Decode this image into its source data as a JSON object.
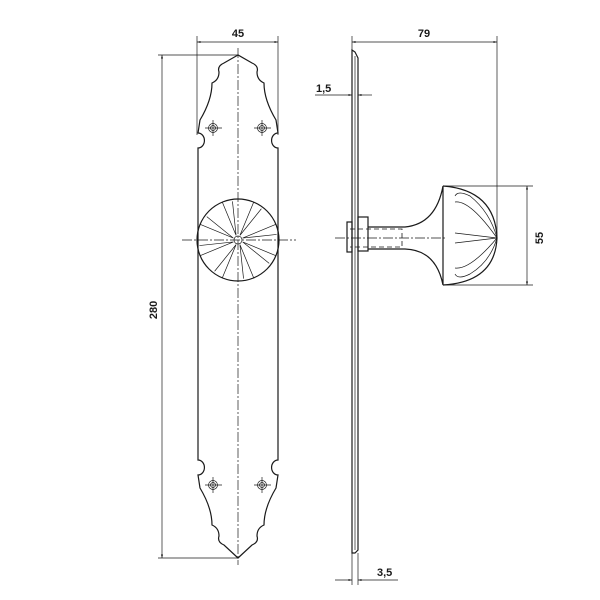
{
  "drawing": {
    "title": "Knob on backplate – technical drawing",
    "dimensions": {
      "plate_width": "45",
      "plate_height": "280",
      "projection": "79",
      "plate_thickness": "1,5",
      "knob_diameter": "55",
      "base_thickness": "3,5"
    },
    "line_color": "#1a1a1a"
  }
}
